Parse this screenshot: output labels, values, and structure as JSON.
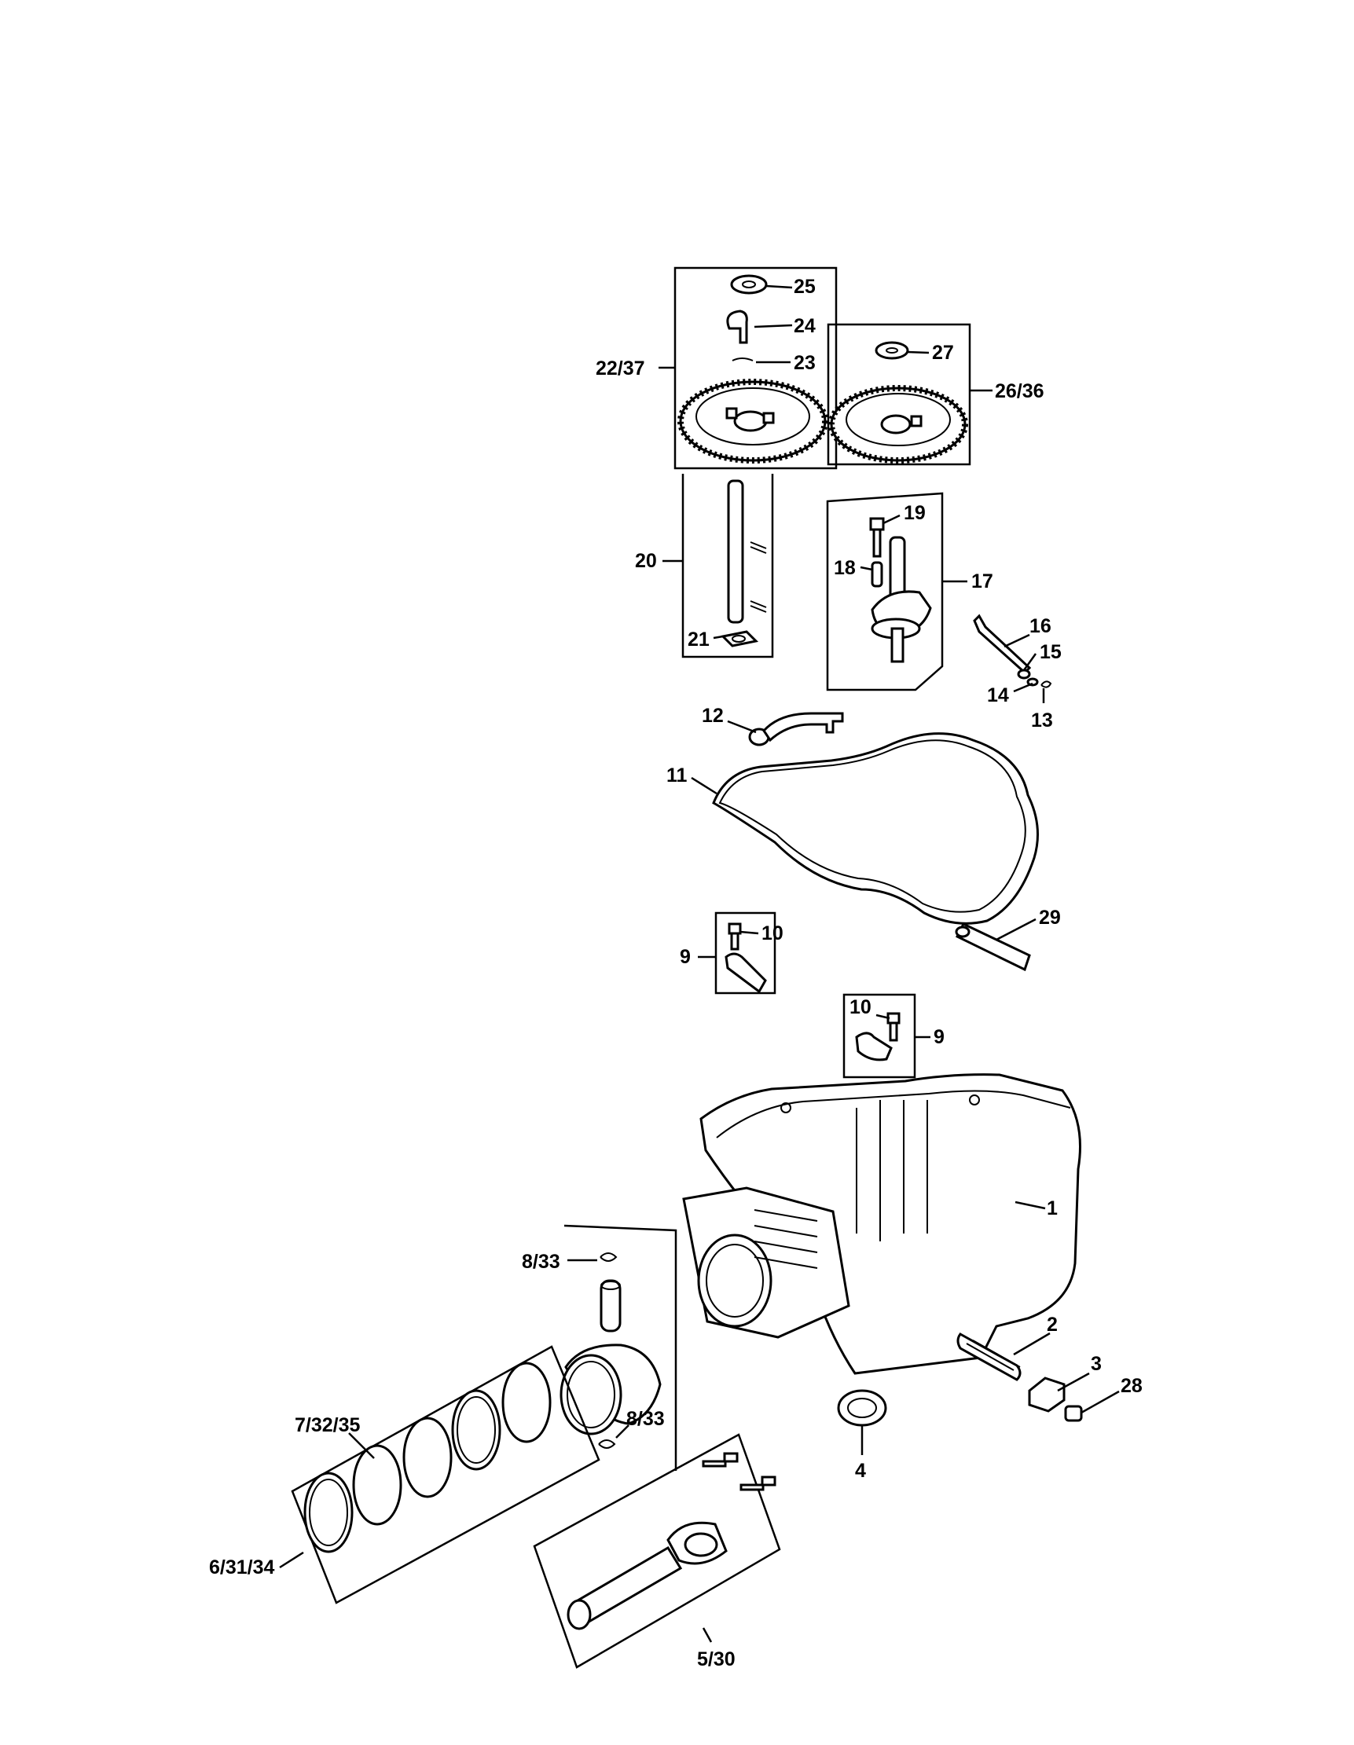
{
  "diagram": {
    "labels": {
      "l25": "25",
      "l24": "24",
      "l23": "23",
      "l2237": "22/37",
      "l27": "27",
      "l2636": "26/36",
      "l20": "20",
      "l21": "21",
      "l19": "19",
      "l18": "18",
      "l17": "17",
      "l16": "16",
      "l15": "15",
      "l14": "14",
      "l13": "13",
      "l12": "12",
      "l11": "11",
      "l10a": "10",
      "l9a": "9",
      "l29": "29",
      "l10b": "10",
      "l9b": "9",
      "l1": "1",
      "l833a": "8/33",
      "l2": "2",
      "l3": "3",
      "l28": "28",
      "l73235": "7/32/35",
      "l833b": "8/33",
      "l4": "4",
      "l63134": "6/31/34",
      "l530": "5/30"
    }
  }
}
